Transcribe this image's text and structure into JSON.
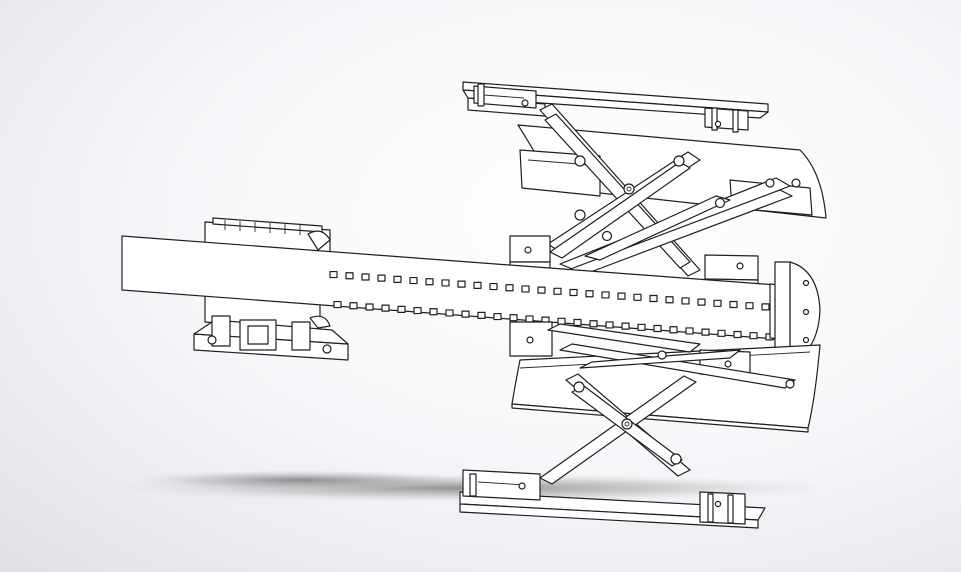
{
  "viewport": {
    "background_top": "#ffffff",
    "background_edge": "#dfe1e6",
    "line_color": "#1f1f1f",
    "face_color": "#ffffff"
  },
  "model": {
    "parts": [
      "main-beam",
      "rear-mount-bracket",
      "top-scissor-lift",
      "bottom-scissor-lift",
      "top-base-plate",
      "bottom-base-plate",
      "top-curved-pad",
      "bottom-curved-pad",
      "end-cap"
    ]
  }
}
